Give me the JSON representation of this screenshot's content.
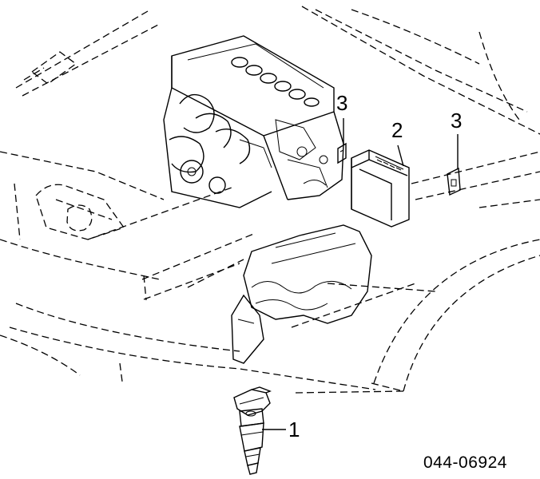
{
  "callouts": {
    "ignition_coil": "1",
    "ecu": "2",
    "sensor_left": "3",
    "sensor_right": "3"
  },
  "part_number": "044-06924"
}
